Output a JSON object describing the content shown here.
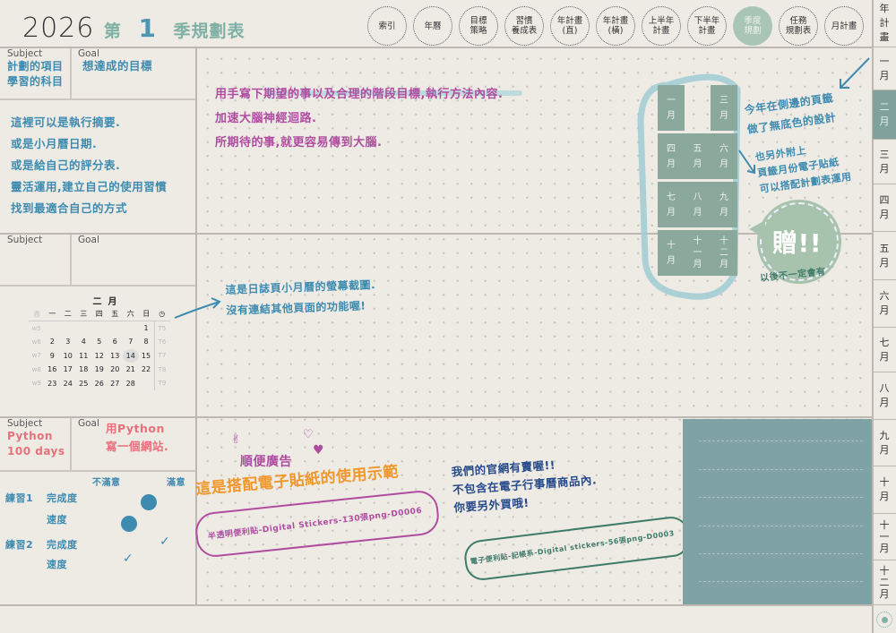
{
  "header": {
    "year": "2026",
    "prefix": "第",
    "quarter": "1",
    "title": "季規劃表"
  },
  "nav": [
    {
      "label": "索引"
    },
    {
      "label": "年曆"
    },
    {
      "label": "目標\n策略"
    },
    {
      "label": "習慣\n養成表"
    },
    {
      "label": "年計畫\n(直)"
    },
    {
      "label": "年計畫\n(橫)"
    },
    {
      "label": "上半年\n計畫"
    },
    {
      "label": "下半年\n計畫"
    },
    {
      "label": "季度\n規劃",
      "active": true
    },
    {
      "label": "任務\n規劃表"
    },
    {
      "label": "月計畫"
    }
  ],
  "sidebar": {
    "top": "年\n計\n畫",
    "months": [
      "一\n月",
      "二\n月",
      "三\n月",
      "四\n月",
      "五\n月",
      "六\n月",
      "七\n月",
      "八\n月",
      "九\n月",
      "十\n月",
      "十\n一\n月",
      "十\n二\n月"
    ],
    "active_index": 1,
    "icon": "target-icon"
  },
  "sections": [
    {
      "subject_label": "Subject",
      "goal_label": "Goal",
      "subject": "計劃的項目\n學習的科目",
      "goal": "想達成的目標"
    },
    {
      "subject_label": "Subject",
      "goal_label": "Goal",
      "subject": "",
      "goal": ""
    },
    {
      "subject_label": "Subject",
      "goal_label": "Goal",
      "subject": "Python\n100 days",
      "goal": "用Python\n寫一個網站."
    }
  ],
  "notes": "這裡可以是執行摘要.\n或是小月曆日期.\n或是給自己的評分表.\n靈活運用,建立自己的使用習慣\n找到最適合自己的方式",
  "calendar": {
    "month": "二  月",
    "headers": [
      "週",
      "一",
      "二",
      "三",
      "四",
      "五",
      "六",
      "日"
    ],
    "rows": [
      [
        "w5",
        "",
        "",
        "",
        "",
        "",
        "",
        "1",
        "T5"
      ],
      [
        "w6",
        "2",
        "3",
        "4",
        "5",
        "6",
        "7",
        "8",
        "T6"
      ],
      [
        "w7",
        "9",
        "10",
        "11",
        "12",
        "13",
        "14",
        "15",
        "T7"
      ],
      [
        "w8",
        "16",
        "17",
        "18",
        "19",
        "20",
        "21",
        "22",
        "T8"
      ],
      [
        "w9",
        "23",
        "24",
        "25",
        "26",
        "27",
        "28",
        "",
        "T9"
      ]
    ],
    "highlight": "14"
  },
  "practice": {
    "low_label": "不滿意",
    "high_label": "滿意",
    "rows": [
      {
        "name": "練習1",
        "item": "完成度"
      },
      {
        "name": "",
        "item": "速度"
      },
      {
        "name": "練習2",
        "item": "完成度"
      },
      {
        "name": "",
        "item": "速度"
      }
    ]
  },
  "main": {
    "intro": "用手寫下期望的事以及合理的階段目標,執行方法內容.\n加速大腦神經迴路.\n所期待的事,就更容易傳到大腦.",
    "cal_note": "這是日誌頁小月曆的螢幕截圖.\n沒有連結其他頁面的功能喔!",
    "tabs_note": "今年在側邊的頁籤\n做了無底色的設計",
    "sticker_note": "也另外附上\n頁籤月份電子貼紙\n可以搭配計劃表運用",
    "month_stickers": [
      "一\n月",
      "",
      "三\n月",
      "四\n月",
      "五\n月",
      "六\n月",
      "七\n月",
      "八\n月",
      "九\n月",
      "十\n月",
      "十\n一\n月",
      "十\n二\n月"
    ],
    "gift": "贈!!",
    "gift_note": "以後不一定會有",
    "ad_title": "順便廣告",
    "ad_line": "這是搭配電子貼紙的使用示範",
    "ad_bubble": "半透明便利貼-Digital Stickers-130張png-D0006",
    "shop_note": "我們的官網有賣喔!!\n不包含在電子行事曆商品內.\n你要另外買哦!",
    "shop_bubble": "電子便利貼-記帳系-Digital stickers-56張png-D0003"
  },
  "colors": {
    "accent": "#7fb0a4",
    "tab_active": "#7fa39c",
    "sticker": "#8aa89c",
    "note_blue": "#3d8bb0",
    "note_magenta": "#b04ca0",
    "orange": "#f0962a",
    "navy": "#274a8c",
    "green": "#3e7b6a",
    "teal_panel": "#7fa3a5"
  }
}
